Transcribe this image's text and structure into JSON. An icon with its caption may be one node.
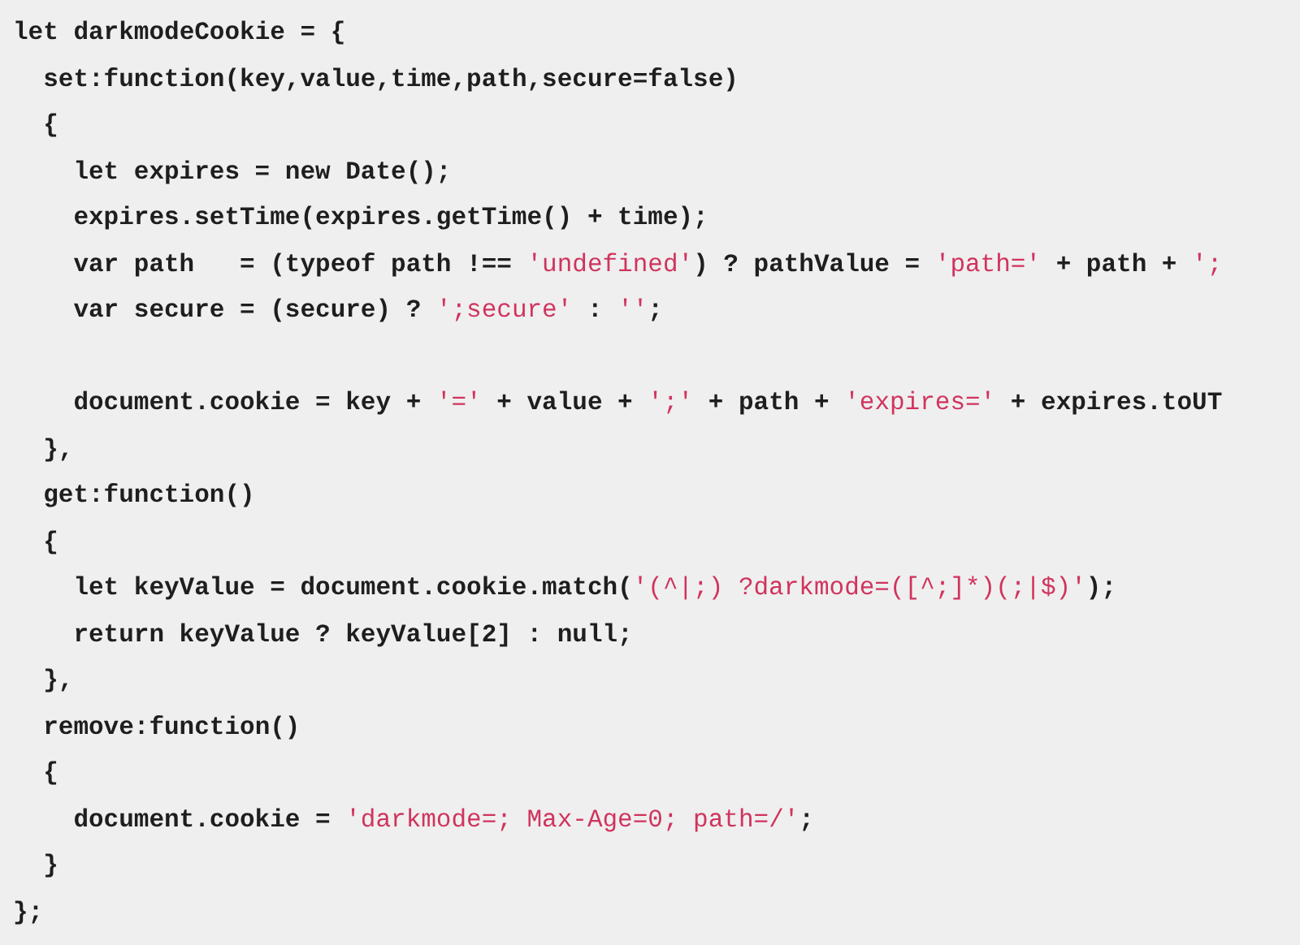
{
  "diagram": {
    "labels": [
      "let darkmodeCookie = {",
      "set:function(key,value,time,path,secure=false)",
      "{",
      "let expires = new Date();",
      "expires.setTime(expires.getTime() + time);",
      "var path   = (typeof path !== 'undefined') ? pathValue = 'path=' + path + ';",
      "var secure = (secure) ? ';secure' : '';",
      "document.cookie = key + '=' + value + ';' + path + 'expires=' + expires.toUT",
      "},",
      "get:function()",
      "{",
      "let keyValue = document.cookie.match('(^|;) ?darkmode=([^;]*)(;|$)');",
      "return keyValue ? keyValue[2] : null;",
      "},",
      "remove:function()",
      "{",
      "document.cookie = 'darkmode=; Max-Age=0; path=/';",
      "}",
      "};"
    ]
  }
}
